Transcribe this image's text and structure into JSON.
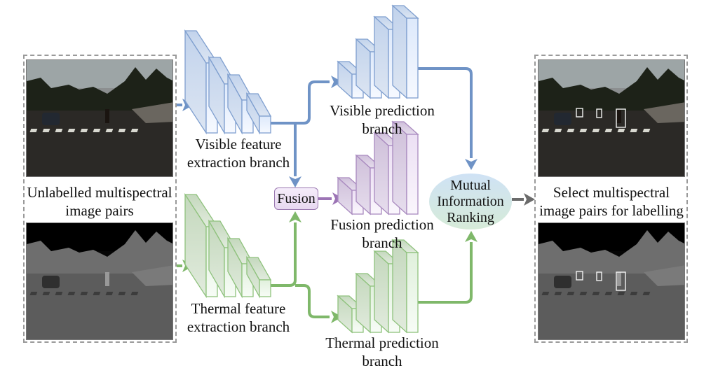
{
  "diagram": {
    "left_group": {
      "caption_line1": "Unlabelled multispectral",
      "caption_line2": "image pairs",
      "images": [
        "visible-street-scene",
        "thermal-street-scene"
      ]
    },
    "right_group": {
      "caption_line1": "Select multispectral",
      "caption_line2": "image pairs for labelling",
      "images": [
        "visible-street-scene-with-boxes",
        "thermal-street-scene-with-boxes"
      ],
      "detection_boxes_count": 3
    },
    "nodes": {
      "visible_feature": {
        "line1": "Visible feature",
        "line2": "extraction branch"
      },
      "thermal_feature": {
        "line1": "Thermal feature",
        "line2": "extraction branch"
      },
      "visible_pred": {
        "line1": "Visible prediction",
        "line2": "branch"
      },
      "fusion_pred": {
        "line1": "Fusion prediction",
        "line2": "branch"
      },
      "thermal_pred": {
        "line1": "Thermal prediction",
        "line2": "branch"
      },
      "fusion": {
        "label": "Fusion"
      },
      "mutual_info": {
        "line1": "Mutual",
        "line2": "Information",
        "line3": "Ranking"
      }
    },
    "edges": [
      {
        "from": "visible-image",
        "to": "visible-feature-extraction"
      },
      {
        "from": "thermal-image",
        "to": "thermal-feature-extraction"
      },
      {
        "from": "visible-feature-extraction",
        "to": "visible-prediction"
      },
      {
        "from": "visible-feature-extraction",
        "to": "fusion"
      },
      {
        "from": "thermal-feature-extraction",
        "to": "fusion"
      },
      {
        "from": "thermal-feature-extraction",
        "to": "thermal-prediction"
      },
      {
        "from": "fusion",
        "to": "fusion-prediction"
      },
      {
        "from": "visible-prediction",
        "to": "mutual-information-ranking"
      },
      {
        "from": "thermal-prediction",
        "to": "mutual-information-ranking"
      },
      {
        "from": "mutual-information-ranking",
        "to": "selected-image-pairs"
      }
    ],
    "colors": {
      "visible": "#6f93c6",
      "thermal": "#7fb86a",
      "fusion": "#9c74b5",
      "output_arrow": "#6b6b6b",
      "dash_border": "#9a9a9a"
    }
  }
}
